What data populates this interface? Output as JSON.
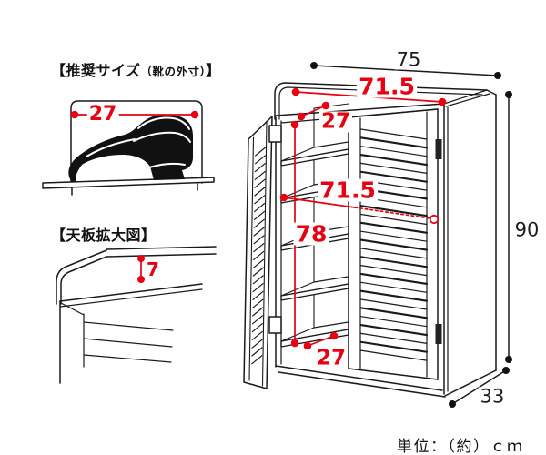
{
  "colors": {
    "dimension_red": "#e60012",
    "line": "#1a1a1a"
  },
  "left_panel": {
    "shoe_section": {
      "title_main": "【推奨サイズ",
      "title_sub": "（靴の外寸）",
      "title_close": "】",
      "shoe_width_cm": "27"
    },
    "top_board_section": {
      "title": "【天板拡大図】",
      "rim_height_cm": "7"
    }
  },
  "cabinet": {
    "outer_width_cm": "75",
    "top_inner_width_cm": "71.5",
    "top_shelf_depth_cm": "27",
    "middle_inner_width_cm": "71.5",
    "inner_height_cm": "78",
    "bottom_shelf_depth_cm": "27",
    "outer_height_cm": "90",
    "outer_depth_cm": "33"
  },
  "footer": {
    "unit_note": "単位：（約）ｃｍ"
  }
}
